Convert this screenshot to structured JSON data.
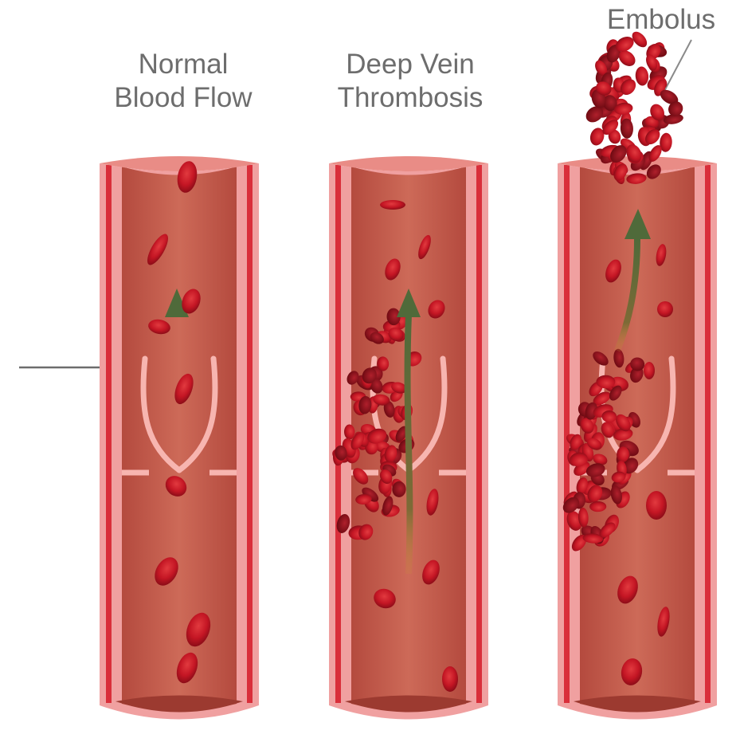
{
  "labels": {
    "normal": [
      "Normal",
      "Blood Flow"
    ],
    "dvt": [
      "Deep Vein",
      "Thrombosis"
    ],
    "embolus": "Embolus"
  },
  "colors": {
    "vessel_wall": "#f0a0a0",
    "vessel_stripe": "#d92e3a",
    "vessel_lumen": "#c45a4c",
    "valve": "#f7b5b0",
    "red_cell": "#c41624",
    "red_cell_dark": "#8e0d18",
    "flow_arrow": "#4f6a3a",
    "label_text": "#6d6d6d",
    "leader_line": "#6d6d6d"
  },
  "panels": [
    {
      "id": "normal-blood-flow",
      "clot": "none"
    },
    {
      "id": "deep-vein-thrombosis",
      "clot": "attached"
    },
    {
      "id": "embolus",
      "clot": "detached"
    }
  ]
}
